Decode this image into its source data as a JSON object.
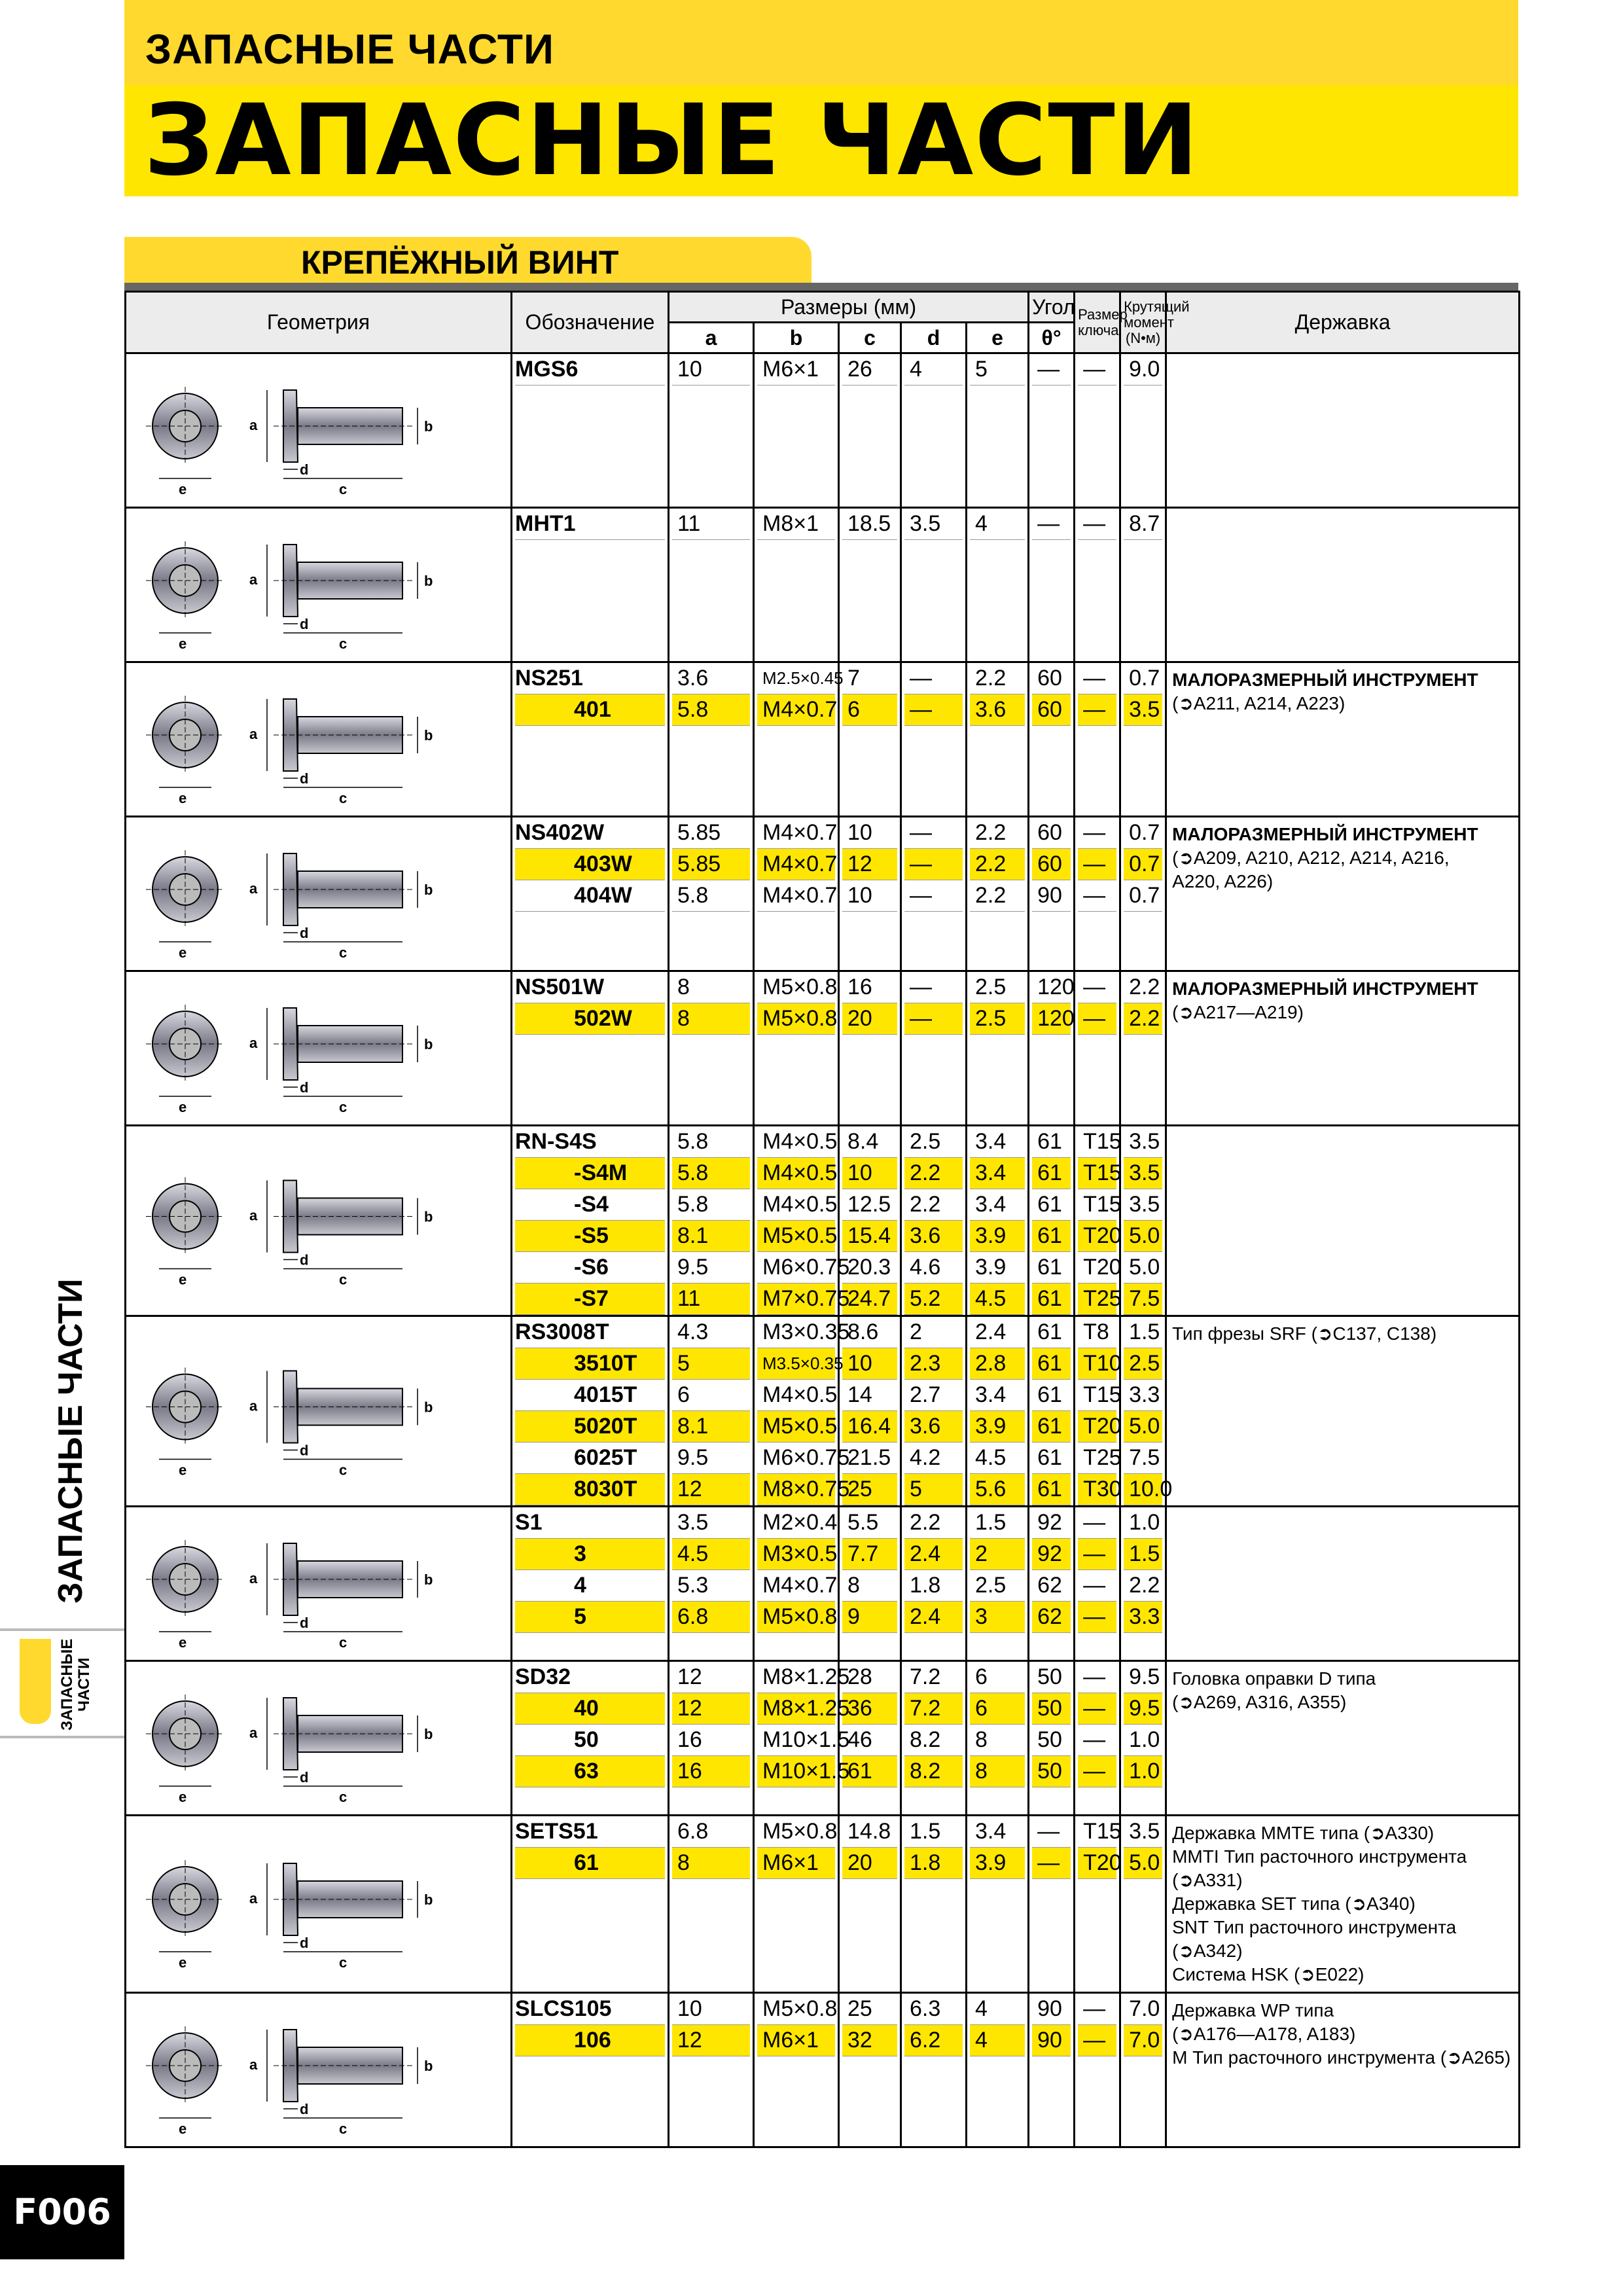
{
  "header": {
    "small_title": "ЗАПАСНЫЕ ЧАСТИ",
    "big_title": "ЗАПАСНЫЕ ЧАСТИ"
  },
  "section": {
    "title": "КРЕПЁЖНЫЙ ВИНТ"
  },
  "table": {
    "geometry": "Геометрия",
    "designation": "Обозначение",
    "dimensions": "Размеры (мм)",
    "dim_cols": [
      "a",
      "b",
      "c",
      "d",
      "e"
    ],
    "angle": "Угол",
    "angle_sym": "θ°",
    "key": "Размер ключа",
    "torque": "Крутящий момент (N•м)",
    "holder": "Державка"
  },
  "rows": [
    {
      "items": [
        {
          "d": "MGS6",
          "a": "10",
          "b": "M6×1",
          "c": "26",
          "dd": "4",
          "e": "5",
          "th": "—",
          "k": "—",
          "t": "9.0"
        }
      ],
      "holder": []
    },
    {
      "items": [
        {
          "d": "MHT1",
          "a": "11",
          "b": "M8×1",
          "c": "18.5",
          "dd": "3.5",
          "e": "4",
          "th": "—",
          "k": "—",
          "t": "8.7"
        }
      ],
      "holder": []
    },
    {
      "items": [
        {
          "d": "NS251",
          "a": "3.6",
          "b": "M2.5×0.45",
          "c": "7",
          "dd": "—",
          "e": "2.2",
          "th": "60",
          "k": "—",
          "t": "0.7"
        },
        {
          "d": "401",
          "a": "5.8",
          "b": "M4×0.7",
          "c": "6",
          "dd": "—",
          "e": "3.6",
          "th": "60",
          "k": "—",
          "t": "3.5"
        }
      ],
      "holder": [
        "МАЛОРАЗМЕРНЫЙ ИНСТРУМЕНТ",
        "(➲A211, A214, A223)"
      ]
    },
    {
      "items": [
        {
          "d": "NS402W",
          "a": "5.85",
          "b": "M4×0.7",
          "c": "10",
          "dd": "—",
          "e": "2.2",
          "th": "60",
          "k": "—",
          "t": "0.7"
        },
        {
          "d": "403W",
          "a": "5.85",
          "b": "M4×0.7",
          "c": "12",
          "dd": "—",
          "e": "2.2",
          "th": "60",
          "k": "—",
          "t": "0.7"
        },
        {
          "d": "404W",
          "a": "5.8",
          "b": "M4×0.7",
          "c": "10",
          "dd": "—",
          "e": "2.2",
          "th": "90",
          "k": "—",
          "t": "0.7"
        }
      ],
      "holder": [
        "МАЛОРАЗМЕРНЫЙ ИНСТРУМЕНТ",
        "(➲A209, A210, A212, A214, A216,",
        "A220, A226)"
      ]
    },
    {
      "items": [
        {
          "d": "NS501W",
          "a": "8",
          "b": "M5×0.8",
          "c": "16",
          "dd": "—",
          "e": "2.5",
          "th": "120",
          "k": "—",
          "t": "2.2"
        },
        {
          "d": "502W",
          "a": "8",
          "b": "M5×0.8",
          "c": "20",
          "dd": "—",
          "e": "2.5",
          "th": "120",
          "k": "—",
          "t": "2.2"
        }
      ],
      "holder": [
        "МАЛОРАЗМЕРНЫЙ ИНСТРУМЕНТ",
        "(➲A217—A219)"
      ]
    },
    {
      "items": [
        {
          "d": "RN-S4S",
          "a": "5.8",
          "b": "M4×0.5",
          "c": "8.4",
          "dd": "2.5",
          "e": "3.4",
          "th": "61",
          "k": "T15",
          "t": "3.5"
        },
        {
          "d": "-S4M",
          "a": "5.8",
          "b": "M4×0.5",
          "c": "10",
          "dd": "2.2",
          "e": "3.4",
          "th": "61",
          "k": "T15",
          "t": "3.5"
        },
        {
          "d": "-S4",
          "a": "5.8",
          "b": "M4×0.5",
          "c": "12.5",
          "dd": "2.2",
          "e": "3.4",
          "th": "61",
          "k": "T15",
          "t": "3.5"
        },
        {
          "d": "-S5",
          "a": "8.1",
          "b": "M5×0.5",
          "c": "15.4",
          "dd": "3.6",
          "e": "3.9",
          "th": "61",
          "k": "T20",
          "t": "5.0"
        },
        {
          "d": "-S6",
          "a": "9.5",
          "b": "M6×0.75",
          "c": "20.3",
          "dd": "4.6",
          "e": "3.9",
          "th": "61",
          "k": "T20",
          "t": "5.0"
        },
        {
          "d": "-S7",
          "a": "11",
          "b": "M7×0.75",
          "c": "24.7",
          "dd": "5.2",
          "e": "4.5",
          "th": "61",
          "k": "T25",
          "t": "7.5"
        }
      ],
      "holder": []
    },
    {
      "items": [
        {
          "d": "RS3008T",
          "a": "4.3",
          "b": "M3×0.35",
          "c": "8.6",
          "dd": "2",
          "e": "2.4",
          "th": "61",
          "k": "T8",
          "t": "1.5"
        },
        {
          "d": "3510T",
          "a": "5",
          "b": "M3.5×0.35",
          "c": "10",
          "dd": "2.3",
          "e": "2.8",
          "th": "61",
          "k": "T10",
          "t": "2.5"
        },
        {
          "d": "4015T",
          "a": "6",
          "b": "M4×0.5",
          "c": "14",
          "dd": "2.7",
          "e": "3.4",
          "th": "61",
          "k": "T15",
          "t": "3.3"
        },
        {
          "d": "5020T",
          "a": "8.1",
          "b": "M5×0.5",
          "c": "16.4",
          "dd": "3.6",
          "e": "3.9",
          "th": "61",
          "k": "T20",
          "t": "5.0"
        },
        {
          "d": "6025T",
          "a": "9.5",
          "b": "M6×0.75",
          "c": "21.5",
          "dd": "4.2",
          "e": "4.5",
          "th": "61",
          "k": "T25",
          "t": "7.5"
        },
        {
          "d": "8030T",
          "a": "12",
          "b": "M8×0.75",
          "c": "25",
          "dd": "5",
          "e": "5.6",
          "th": "61",
          "k": "T30",
          "t": "10.0"
        }
      ],
      "holder": [
        "Тип фрезы SRF (➲C137, C138)"
      ]
    },
    {
      "items": [
        {
          "d": "S1",
          "a": "3.5",
          "b": "M2×0.4",
          "c": "5.5",
          "dd": "2.2",
          "e": "1.5",
          "th": "92",
          "k": "—",
          "t": "1.0"
        },
        {
          "d": "3",
          "a": "4.5",
          "b": "M3×0.5",
          "c": "7.7",
          "dd": "2.4",
          "e": "2",
          "th": "92",
          "k": "—",
          "t": "1.5"
        },
        {
          "d": "4",
          "a": "5.3",
          "b": "M4×0.7",
          "c": "8",
          "dd": "1.8",
          "e": "2.5",
          "th": "62",
          "k": "—",
          "t": "2.2"
        },
        {
          "d": "5",
          "a": "6.8",
          "b": "M5×0.8",
          "c": "9",
          "dd": "2.4",
          "e": "3",
          "th": "62",
          "k": "—",
          "t": "3.3"
        }
      ],
      "holder": []
    },
    {
      "items": [
        {
          "d": "SD32",
          "a": "12",
          "b": "M8×1.25",
          "c": "28",
          "dd": "7.2",
          "e": "6",
          "th": "50",
          "k": "—",
          "t": "9.5"
        },
        {
          "d": "40",
          "a": "12",
          "b": "M8×1.25",
          "c": "36",
          "dd": "7.2",
          "e": "6",
          "th": "50",
          "k": "—",
          "t": "9.5"
        },
        {
          "d": "50",
          "a": "16",
          "b": "M10×1.5",
          "c": "46",
          "dd": "8.2",
          "e": "8",
          "th": "50",
          "k": "—",
          "t": "1.0"
        },
        {
          "d": "63",
          "a": "16",
          "b": "M10×1.5",
          "c": "61",
          "dd": "8.2",
          "e": "8",
          "th": "50",
          "k": "—",
          "t": "1.0"
        }
      ],
      "holder": [
        "Головка оправки D типа",
        "(➲A269, A316, A355)"
      ]
    },
    {
      "items": [
        {
          "d": "SETS51",
          "a": "6.8",
          "b": "M5×0.8",
          "c": "14.8",
          "dd": "1.5",
          "e": "3.4",
          "th": "—",
          "k": "T15",
          "t": "3.5"
        },
        {
          "d": "61",
          "a": "8",
          "b": "M6×1",
          "c": "20",
          "dd": "1.8",
          "e": "3.9",
          "th": "—",
          "k": "T20",
          "t": "5.0"
        }
      ],
      "holder": [
        "Державка MMTE типа (➲A330)",
        "MMTI Тип расточного инструмента (➲A331)",
        "Державка SET типа (➲A340)",
        "SNT Тип расточного инструмента (➲A342)",
        "Система HSK (➲E022)"
      ]
    },
    {
      "items": [
        {
          "d": "SLCS105",
          "a": "10",
          "b": "M5×0.8",
          "c": "25",
          "dd": "6.3",
          "e": "4",
          "th": "90",
          "k": "—",
          "t": "7.0"
        },
        {
          "d": "106",
          "a": "12",
          "b": "M6×1",
          "c": "32",
          "dd": "6.2",
          "e": "4",
          "th": "90",
          "k": "—",
          "t": "7.0"
        }
      ],
      "holder": [
        "Державка WP типа",
        "(➲A176—A178, A183)",
        "M Тип расточного инструмента (➲A265)"
      ]
    }
  ],
  "sidebar": {
    "vertical": "ЗАПАСНЫЕ ЧАСТИ",
    "tab_line1": "ЗАПАСНЫЕ",
    "tab_line2": "ЧАСТИ"
  },
  "page_number": "F006"
}
